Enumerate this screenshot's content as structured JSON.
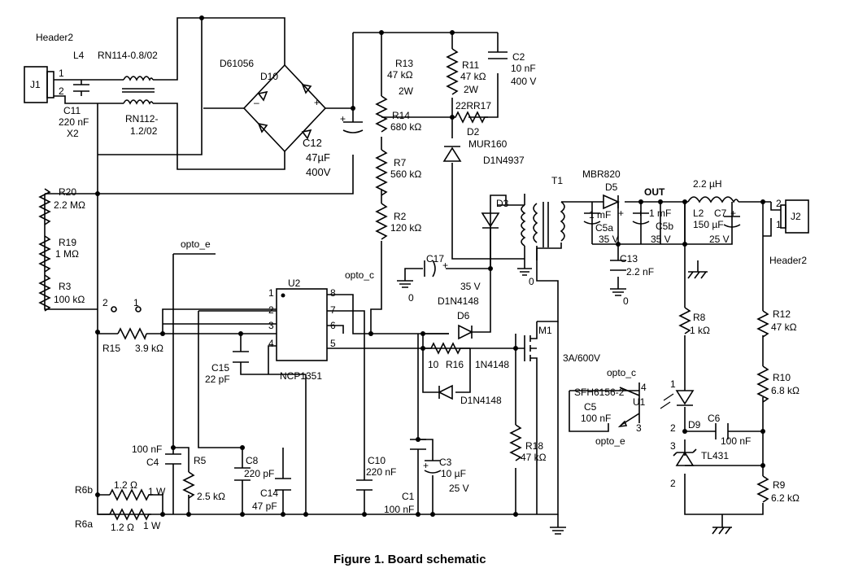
{
  "caption": "Figure 1. Board schematic",
  "connectors": {
    "j1": {
      "ref": "J1",
      "header": "Header2",
      "pin1": "1",
      "pin2": "2"
    },
    "j2": {
      "ref": "J2",
      "header": "Header2",
      "pin1": "1",
      "pin2": "2"
    }
  },
  "inductors": {
    "l4": {
      "ref": "L4"
    },
    "rn114": {
      "value": "RN114-0.8/02"
    },
    "rn112": {
      "line1": "RN112-",
      "line2": "1.2/02"
    },
    "l2": {
      "ref": "L2",
      "value": "2.2 µH"
    }
  },
  "capacitors": {
    "c11": {
      "ref": "C11",
      "value": "220 nF",
      "rating": "X2"
    },
    "c12": {
      "ref": "C12",
      "value": "47µF",
      "rating": "400V"
    },
    "c2": {
      "ref": "C2",
      "value": "10 nF",
      "rating": "400 V"
    },
    "c17": {
      "ref": "C17",
      "rating": "35 V"
    },
    "c15": {
      "ref": "C15",
      "value": "22 pF"
    },
    "c4": {
      "ref": "C4",
      "value": "100 nF"
    },
    "c8": {
      "ref": "C8",
      "value": "220 pF"
    },
    "c14": {
      "ref": "C14",
      "value": "47 pF"
    },
    "c10": {
      "ref": "C10",
      "value": "220 nF"
    },
    "c1": {
      "ref": "C1",
      "value": "100 nF"
    },
    "c3": {
      "ref": "C3",
      "value": "10 µF",
      "rating": "25 V"
    },
    "c5a": {
      "ref": "C5a",
      "value": "1 mF",
      "rating": "35 V"
    },
    "c5b": {
      "ref": "C5b",
      "value": "1 mF",
      "rating": "35 V"
    },
    "c7": {
      "ref": "C7",
      "value": "150 µF",
      "rating": "25 V"
    },
    "c13": {
      "ref": "C13",
      "value": "2.2 nF"
    },
    "c5": {
      "ref": "C5",
      "value": "100 nF"
    },
    "c6": {
      "ref": "C6",
      "value": "100 nF"
    }
  },
  "resistors": {
    "r13": {
      "ref": "R13",
      "value": "47 kΩ",
      "rating": "2W"
    },
    "r11": {
      "ref": "R11",
      "value": "47 kΩ",
      "rating": "2W"
    },
    "rr17": {
      "ref": "22RR17"
    },
    "r14": {
      "ref": "R14",
      "value": "680 kΩ"
    },
    "r7": {
      "ref": "R7",
      "value": "560 kΩ"
    },
    "r2": {
      "ref": "R2",
      "value": "120 kΩ"
    },
    "r20": {
      "ref": "R20",
      "value": "2.2 MΩ"
    },
    "r19": {
      "ref": "R19",
      "value": "1 MΩ"
    },
    "r3": {
      "ref": "R3",
      "value": "100 kΩ"
    },
    "r15": {
      "ref": "R15",
      "value": "3.9 kΩ"
    },
    "r5": {
      "ref": "R5",
      "value": "2.5 kΩ"
    },
    "r6b": {
      "ref": "R6b",
      "value": "1.2 Ω",
      "rating": "1 W"
    },
    "r6a": {
      "ref": "R6a",
      "value": "1.2 Ω",
      "rating": "1 W"
    },
    "r16": {
      "ref": "R16",
      "value": "10"
    },
    "r18": {
      "ref": "R18",
      "value": "47 kΩ"
    },
    "r8": {
      "ref": "R8",
      "value": "1 kΩ"
    },
    "r12": {
      "ref": "R12",
      "value": "47 kΩ"
    },
    "r10": {
      "ref": "R10",
      "value": "6.8 kΩ"
    },
    "r9": {
      "ref": "R9",
      "value": "6.2 kΩ"
    }
  },
  "diodes": {
    "bridge": {
      "part": "D61056",
      "ref": "D10",
      "plus": "+",
      "minus": "–"
    },
    "d2": {
      "ref": "D2",
      "part": "MUR160"
    },
    "d3": {
      "ref": "D3",
      "part": "D1N4937"
    },
    "d6": {
      "ref": "D6",
      "part": "D1N4148"
    },
    "d16": {
      "part": "1N4148"
    },
    "d1n4148": {
      "part": "D1N4148"
    },
    "d5": {
      "ref": "D5",
      "part": "MBR820"
    },
    "d9": {
      "ref": "D9",
      "part": "TL431",
      "pin1": "1",
      "pin2": "2",
      "pin3": "3"
    }
  },
  "ic": {
    "ref": "U2",
    "part": "NCP1351",
    "pins": [
      "1",
      "2",
      "3",
      "4",
      "5",
      "6",
      "7",
      "8"
    ]
  },
  "opto": {
    "ref": "U1",
    "part": "SFH6156-2",
    "pin4": "4",
    "pin3": "3",
    "pin1": "1",
    "pin2": "2"
  },
  "mosfet": {
    "ref": "M1",
    "rating": "3A/600V"
  },
  "transformer": {
    "ref": "T1"
  },
  "nets": {
    "opto_e": "opto_e",
    "opto_c": "opto_c",
    "out": "OUT",
    "zero": "0",
    "jumper_1": "1",
    "jumper_2": "2"
  }
}
